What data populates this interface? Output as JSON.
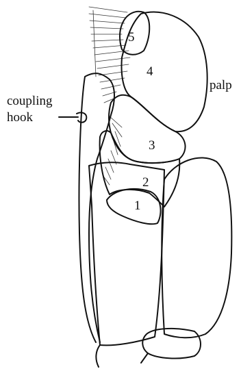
{
  "labels": {
    "segment_1": "1",
    "segment_2": "2",
    "segment_3": "3",
    "segment_4": "4",
    "segment_5": "5",
    "palp": "palp",
    "coupling": "coupling",
    "hook": "hook"
  }
}
